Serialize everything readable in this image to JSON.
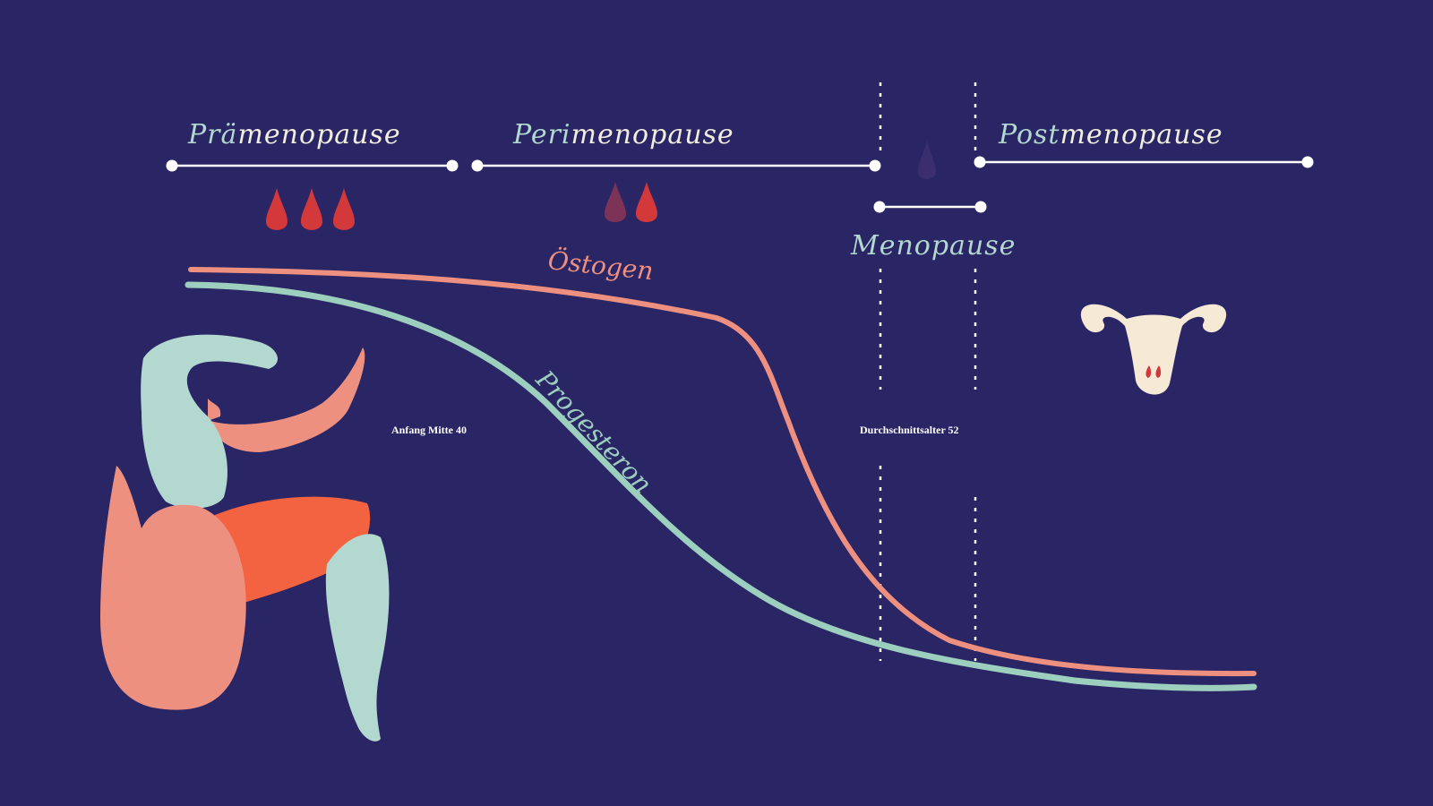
{
  "colors": {
    "background": "#2a2565",
    "phase_prefix": "#b3d8cf",
    "phase_suffix": "#f1eee0",
    "estrogen": "#ee9080",
    "progesterone": "#9dcfbf",
    "line": "#ffffff",
    "blood_drop": "#d3383a",
    "blood_drop_faded": "#7d3358",
    "uterus": "#f6ead6"
  },
  "phases": [
    {
      "prefix": "Prä",
      "suffix": "menopause"
    },
    {
      "prefix": "Peri",
      "suffix": "menopause"
    },
    {
      "prefix": "",
      "suffix": "Menopause"
    },
    {
      "prefix": "Post",
      "suffix": "menopause"
    }
  ],
  "curves": {
    "estrogen_label": "Östogen",
    "progesterone_label": "Progesteron"
  },
  "annotations": {
    "perimenopause_start": "Anfang Mitte 40",
    "menopause_age": "Durchschnittsalter 52"
  },
  "blood_drops": {
    "premenopause": 3,
    "perimenopause": 2,
    "menopause": 1
  },
  "icons": {
    "figure": "dancing-woman-illustration",
    "uterus": "uterus-icon"
  }
}
